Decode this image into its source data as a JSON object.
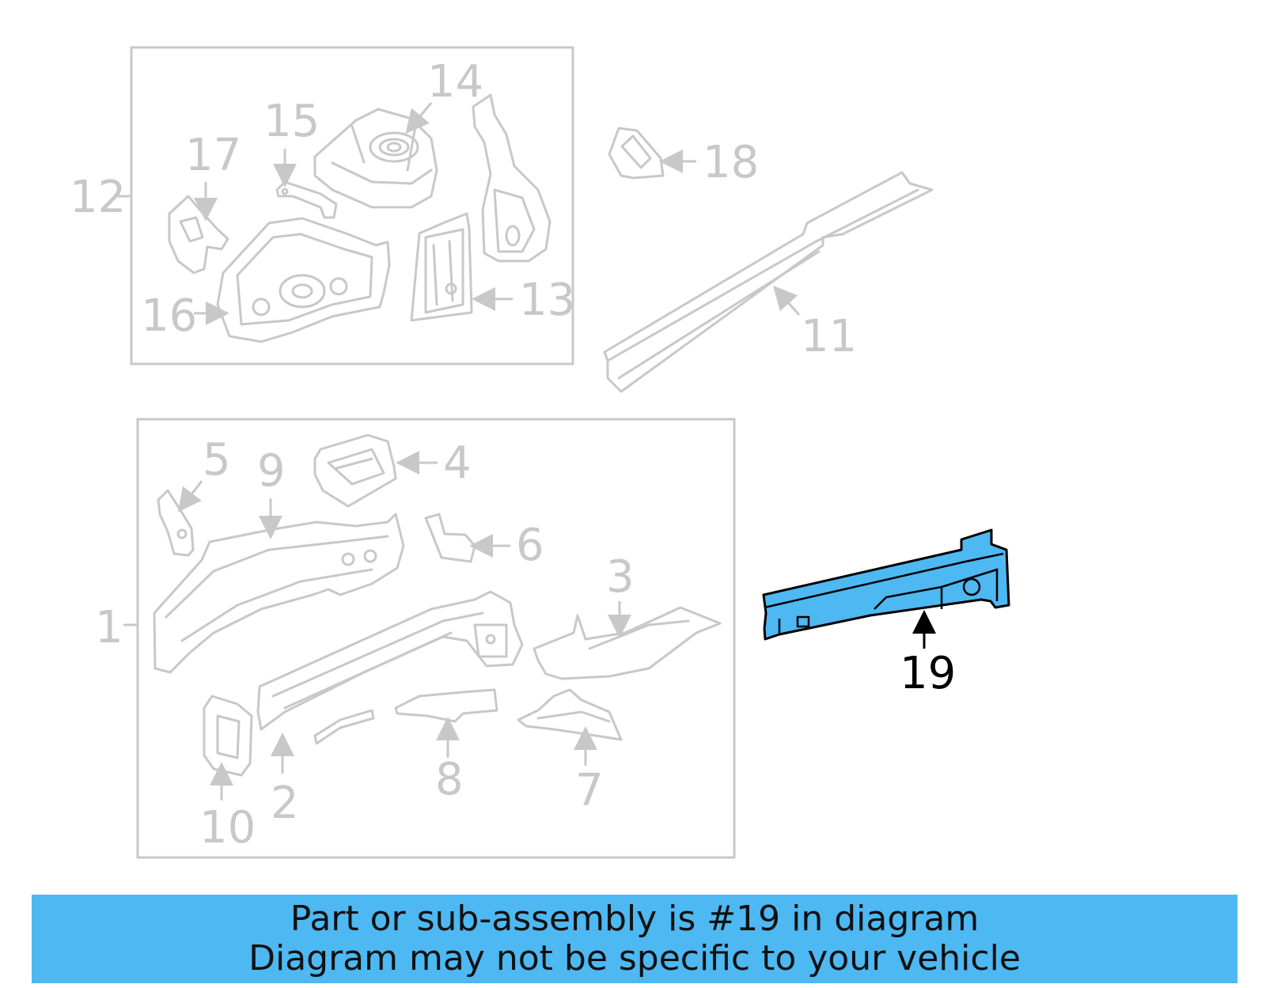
{
  "colors": {
    "background": "#ffffff",
    "faded_part": "#c8c8c8",
    "highlight_fill": "#4db8f2",
    "highlight_outline": "#000000",
    "banner": "#4db8f2",
    "banner_text": "#111111"
  },
  "highlighted_part": "19",
  "callouts": {
    "c1": "1",
    "c2": "2",
    "c3": "3",
    "c4": "4",
    "c5": "5",
    "c6": "6",
    "c7": "7",
    "c8": "8",
    "c9": "9",
    "c10": "10",
    "c11": "11",
    "c12": "12",
    "c13": "13",
    "c14": "14",
    "c15": "15",
    "c16": "16",
    "c17": "17",
    "c18": "18",
    "c19": "19"
  },
  "banner": {
    "line1": "Part or sub-assembly is #19 in diagram",
    "line2": "Diagram may not be specific to your vehicle"
  }
}
